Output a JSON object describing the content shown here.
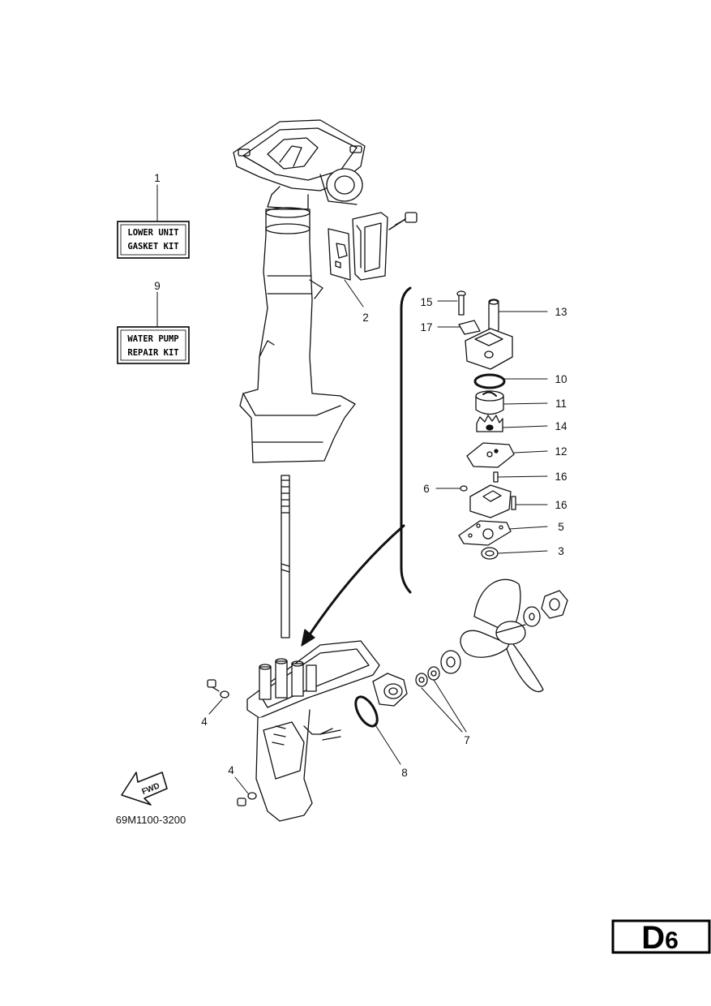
{
  "callouts": {
    "c1": "1",
    "c2": "2",
    "c3": "3",
    "c4a": "4",
    "c4b": "4",
    "c5": "5",
    "c6": "6",
    "c7": "7",
    "c8": "8",
    "c9": "9",
    "c10": "10",
    "c11": "11",
    "c12": "12",
    "c13": "13",
    "c14": "14",
    "c15": "15",
    "c16a": "16",
    "c16b": "16",
    "c17": "17"
  },
  "kits": {
    "lower_unit": {
      "line1": "LOWER UNIT",
      "line2": "GASKET KIT"
    },
    "water_pump": {
      "line1": "WATER PUMP",
      "line2": "REPAIR KIT"
    }
  },
  "fwd_label": "FWD",
  "diagram_code": "69M1100-3200",
  "page_code": {
    "letter": "D",
    "number": "6"
  },
  "colors": {
    "ink": "#111111",
    "paper": "#ffffff",
    "box_border": "#000000"
  }
}
